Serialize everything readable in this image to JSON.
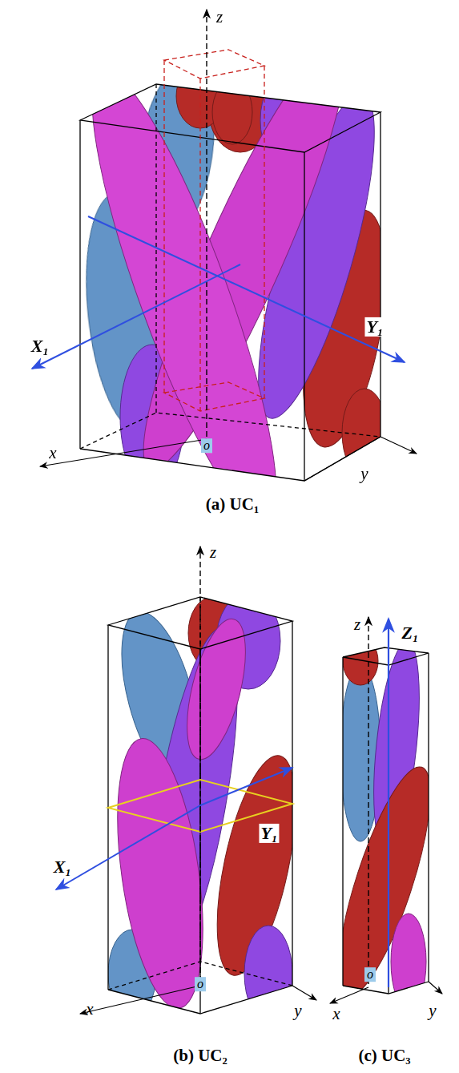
{
  "diagram": {
    "labels": [
      "z",
      "X₁",
      "Y₁",
      "x",
      "y",
      "o",
      "(a) UC₁",
      "z",
      "X₁",
      "Y₁",
      "x",
      "y",
      "o",
      "(b) UC₂",
      "z",
      "Z₁",
      "x",
      "y",
      "o",
      "(c) UC₃"
    ]
  }
}
